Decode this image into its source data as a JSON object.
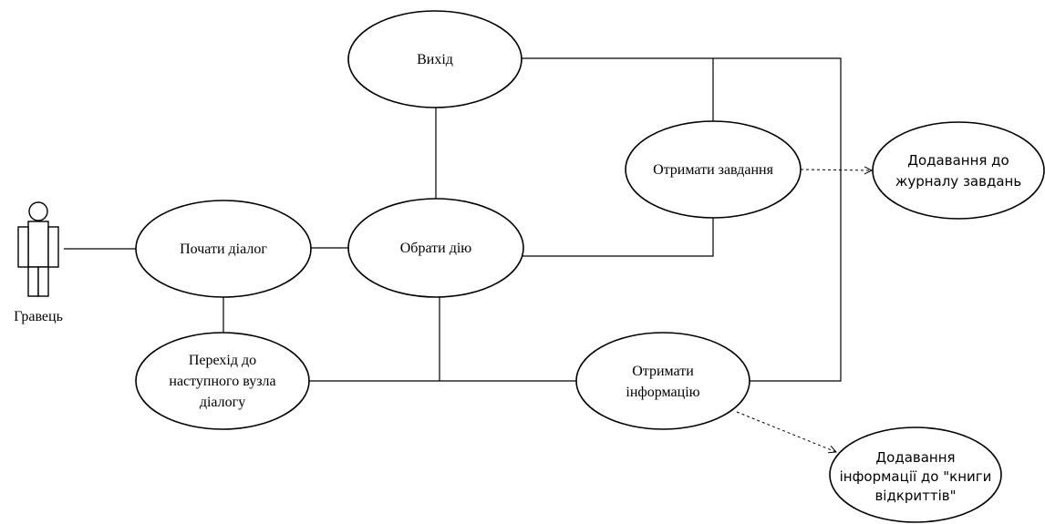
{
  "actor": {
    "name": "Гравець"
  },
  "use_cases": {
    "exit": "Вихід",
    "start_dialog": "Почати діалог",
    "choose_action": "Обрати дію",
    "get_task": "Отримати завдання",
    "add_to_journal": [
      "Додавання до",
      "журналу завдань"
    ],
    "next_node": [
      "Перехід до",
      "наступного вузла",
      "діалогу"
    ],
    "get_info": [
      "Отримати",
      "інформацію"
    ],
    "add_info": [
      "Додавання",
      "інформації до \"книги",
      "відкриттів\""
    ]
  }
}
